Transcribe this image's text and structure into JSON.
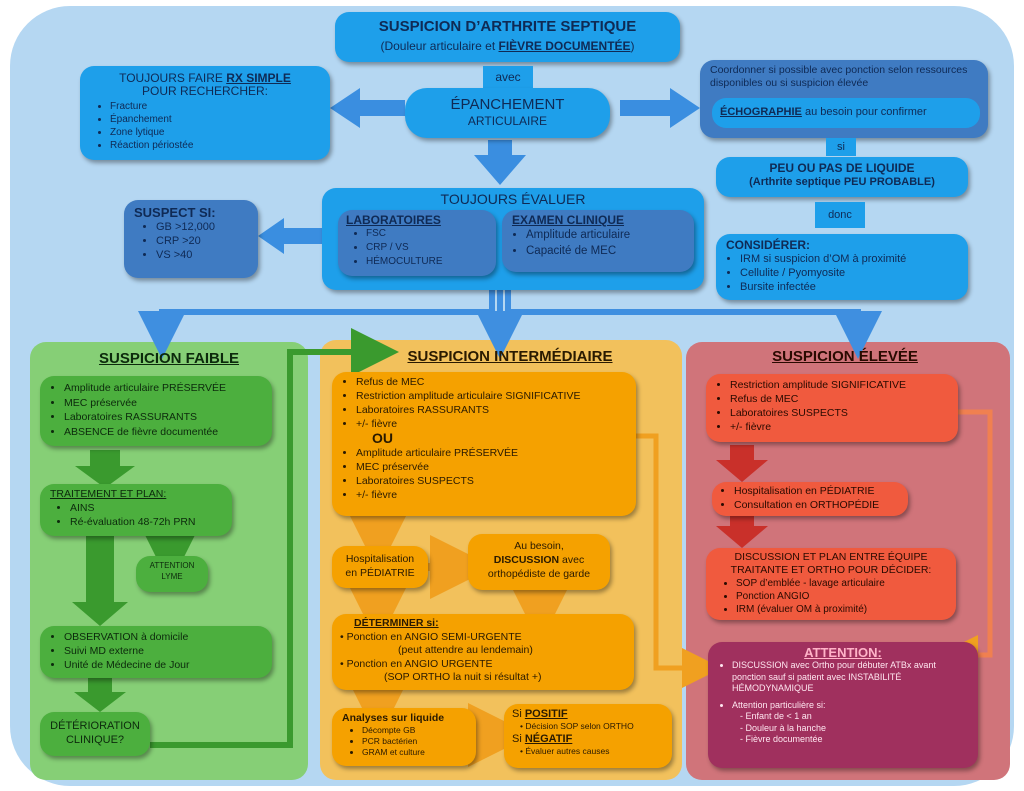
{
  "header": {
    "title": "SUSPICION D’ARTHRITE SEPTIQUE",
    "subtitle_pre": "(Douleur articulaire et ",
    "subtitle_em": "FIÈVRE DOCUMENTÉE",
    "subtitle_post": ")"
  },
  "avec": "avec",
  "epanchement": {
    "line1": "ÉPANCHEMENT",
    "line2": "ARTICULAIRE"
  },
  "rx": {
    "line1_pre": "TOUJOURS FAIRE ",
    "line1_em": "RX SIMPLE",
    "line2": "POUR RECHERCHER:",
    "items": [
      "Fracture",
      "Épanchement",
      "Zone lytique",
      "Réaction périostée"
    ]
  },
  "coord": {
    "text": "Coordonner si possible avec ponction selon ressources disponibles ou si suspicion élevée"
  },
  "echo": {
    "em": "ÉCHOGRAPHIE",
    "rest": " au besoin pour confirmer"
  },
  "si": "si",
  "peu": {
    "line1": "PEU OU PAS DE LIQUIDE",
    "line2": "(Arthrite septique PEU PROBABLE)"
  },
  "donc": "donc",
  "considerer": {
    "title": "CONSIDÉRER:",
    "items": [
      "IRM si suspicion d’OM à proximité",
      "Cellulite / Pyomyosite",
      "Bursite infectée"
    ]
  },
  "evaluer": {
    "title": "TOUJOURS ÉVALUER"
  },
  "labo": {
    "title": "LABORATOIRES",
    "items": [
      "FSC",
      "CRP / VS",
      "HÉMOCULTURE"
    ]
  },
  "examen": {
    "title": "EXAMEN CLINIQUE",
    "items": [
      "Amplitude articulaire",
      "Capacité de MEC"
    ]
  },
  "suspect": {
    "title": "SUSPECT SI:",
    "items": [
      "GB >12,000",
      "CRP >20",
      "VS >40"
    ]
  },
  "faible": {
    "title": "SUSPICION FAIBLE",
    "crit": [
      "Amplitude articulaire PRÉSERVÉE",
      "MEC préservée",
      "Laboratoires RASSURANTS",
      "ABSENCE de fièvre documentée"
    ],
    "traitement_title": "TRAITEMENT ET PLAN:",
    "traitement": [
      "AINS",
      "Ré-évaluation 48-72h PRN"
    ],
    "lyme": [
      "ATTENTION",
      "LYME"
    ],
    "suivi": [
      "OBSERVATION à domicile",
      "Suivi MD externe",
      "Unité de Médecine de Jour"
    ],
    "deterioration": [
      "DÉTÉRIORATION",
      "CLINIQUE?"
    ]
  },
  "inter": {
    "title": "SUSPICION INTERMÉDIAIRE",
    "crit_a": [
      "Refus de MEC",
      "Restriction amplitude articulaire SIGNIFICATIVE",
      "Laboratoires RASSURANTS",
      "+/- fièvre"
    ],
    "ou": "OU",
    "crit_b": [
      "Amplitude articulaire PRÉSERVÉE",
      "MEC préservée",
      "Laboratoires SUSPECTS",
      "+/- fièvre"
    ],
    "hosp": [
      "Hospitalisation",
      "en PÉDIATRIE"
    ],
    "besoin": [
      "Au besoin,",
      "DISCUSSION",
      " avec",
      "orthopédiste de garde"
    ],
    "determiner_title": "DÉTERMINER si:",
    "determiner": [
      "Ponction en ANGIO SEMI-URGENTE",
      "(peut attendre au lendemain)",
      "Ponction en ANGIO URGENTE",
      "(SOP ORTHO la nuit si résultat +)"
    ],
    "analyses_title": "Analyses sur liquide",
    "analyses": [
      "Décompte GB",
      "PCR bactérien",
      "GRAM et culture"
    ],
    "positif_pre": "Si ",
    "positif": "POSITIF",
    "positif_item": "Décision SOP selon ORTHO",
    "negatif_pre": "Si ",
    "negatif": "NÉGATIF",
    "negatif_item": "Évaluer autres causes"
  },
  "elevee": {
    "title": "SUSPICION ÉLEVÉE",
    "crit": [
      "Restriction amplitude SIGNIFICATIVE",
      "Refus de MEC",
      "Laboratoires SUSPECTS",
      "+/- fièvre"
    ],
    "hosp": [
      "Hospitalisation en PÉDIATRIE",
      "Consultation en ORTHOPÉDIE"
    ],
    "discussion_title": "DISCUSSION ET PLAN ENTRE ÉQUIPE TRAITANTE ET ORTHO POUR DÉCIDER:",
    "discussion": [
      "SOP d’emblée -  lavage articulaire",
      "Ponction ANGIO",
      "IRM (évaluer OM à proximité)"
    ]
  },
  "attention": {
    "title": "ATTENTION:",
    "item1": "DISCUSSION avec Ortho pour débuter ATBx avant ponction sauf si patient avec INSTABILITÉ HÉMODYNAMIQUE",
    "item2": "Attention particulière si:",
    "sub": [
      "Enfant de < 1 an",
      "Douleur à la hanche",
      "Fièvre documentée"
    ]
  },
  "colors": {
    "background": "#b5d7f2",
    "blue": "#1e9fea",
    "dark_blue": "#3f7bc2",
    "green": "#4caf3e",
    "orange": "#f5a100",
    "red": "#f05a3e",
    "maroon": "#a0305e"
  }
}
